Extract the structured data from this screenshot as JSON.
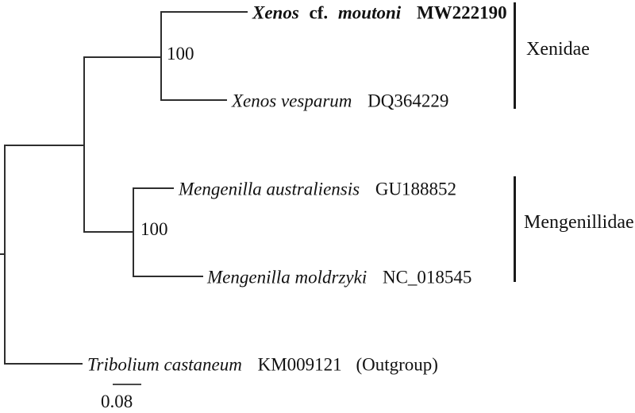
{
  "figure": {
    "type": "phylogenetic-tree",
    "colors": {
      "line": "#2e2e2e",
      "text": "#121212",
      "clade_bar": "#1a1a1a"
    },
    "taxa": [
      {
        "genus": "Xenos",
        "qualifier": "cf.",
        "epithet": "moutoni",
        "accession": "MW222190",
        "emphasis": "bold"
      },
      {
        "species": "Xenos vesparum",
        "accession": "DQ364229"
      },
      {
        "species": "Mengenilla australiensis",
        "accession": "GU188852"
      },
      {
        "species": "Mengenilla moldrzyki",
        "accession": "NC_018545"
      },
      {
        "species": "Tribolium castaneum",
        "accession": "KM009121",
        "note": "(Outgroup)"
      }
    ],
    "nodes": [
      {
        "support": "100",
        "clade": "Xenidae"
      },
      {
        "support": "100",
        "clade": "Mengenillidae"
      }
    ],
    "families": [
      {
        "name": "Xenidae"
      },
      {
        "name": "Mengenillidae"
      }
    ],
    "scale_bar": {
      "label": "0.08"
    },
    "topology": {
      "newick": "(((Xenos cf. moutoni MW222190, Xenos vesparum DQ364229)100, (Mengenilla australiensis GU188852, Mengenilla moldrzyki NC_018545)100), Tribolium castaneum KM009121);"
    }
  }
}
